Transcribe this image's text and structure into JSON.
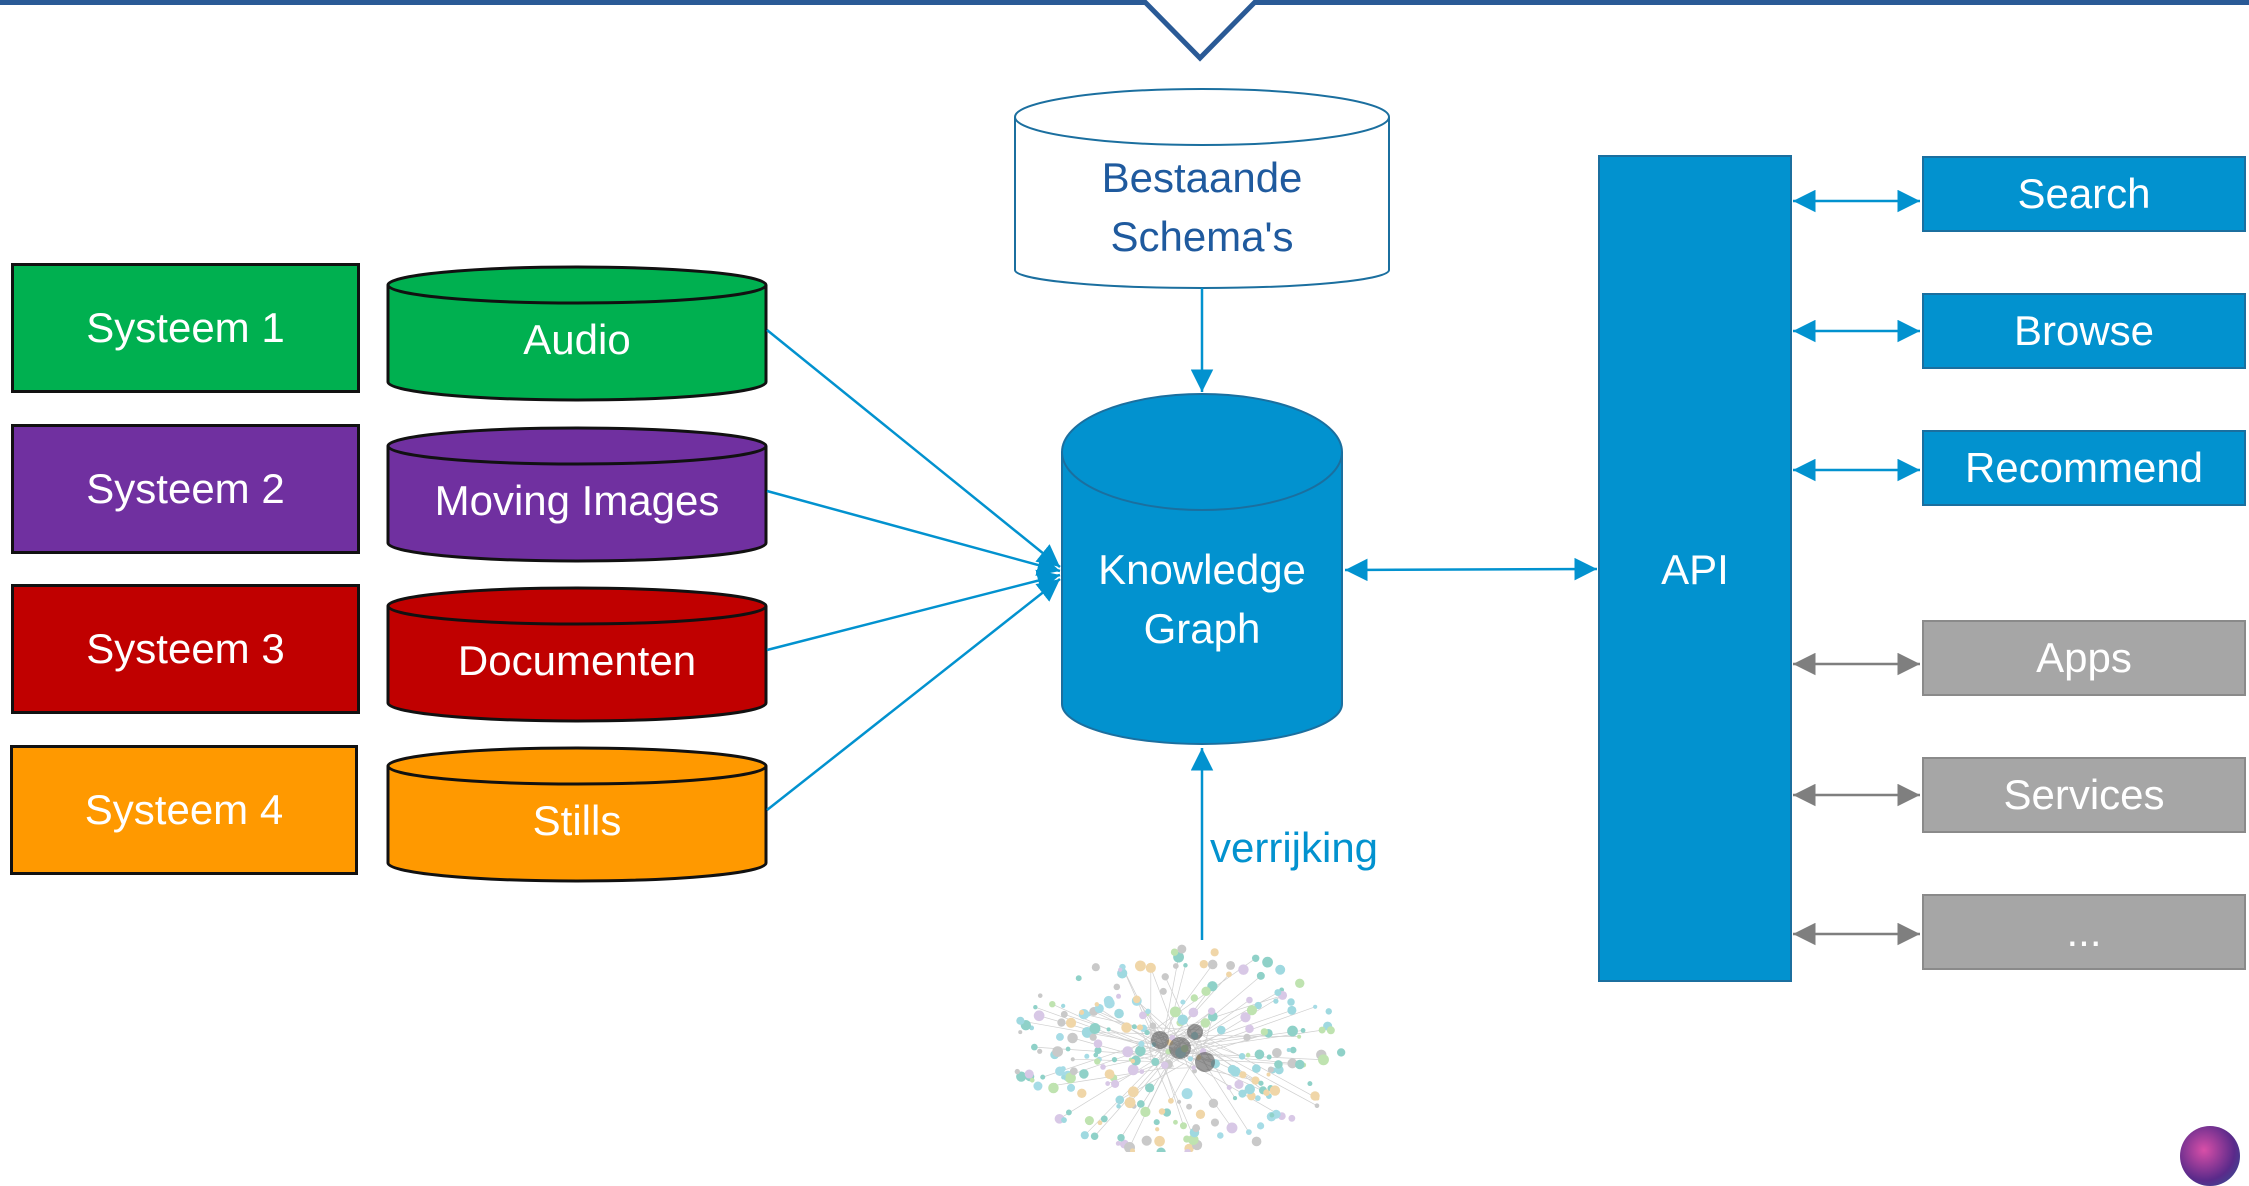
{
  "colors": {
    "green": "#00b050",
    "purple": "#7030a0",
    "red": "#c00000",
    "orange": "#ff9900",
    "blue": "#0292cf",
    "gray": "#a6a6a6",
    "dark_blue_text": "#1f5a9e",
    "top_bar": "#2a5a96"
  },
  "systems": [
    {
      "label": "Systeem 1",
      "color": "#00b050"
    },
    {
      "label": "Systeem 2",
      "color": "#7030a0"
    },
    {
      "label": "Systeem 3",
      "color": "#c00000"
    },
    {
      "label": "Systeem 4",
      "color": "#ff9900"
    }
  ],
  "sources": [
    {
      "label": "Audio",
      "color": "#00b050"
    },
    {
      "label": "Moving Images",
      "color": "#7030a0"
    },
    {
      "label": "Documenten",
      "color": "#c00000"
    },
    {
      "label": "Stills",
      "color": "#ff9900"
    }
  ],
  "schemas": {
    "line1": "Bestaande",
    "line2": "Schema's"
  },
  "knowledge_graph": {
    "line1": "Knowledge",
    "line2": "Graph"
  },
  "enrichment_label": "verrijking",
  "enrichment_image_icon": "linked-open-data-cloud-icon",
  "api_label": "API",
  "services_blue": [
    "Search",
    "Browse",
    "Recommend"
  ],
  "services_gray": [
    "Apps",
    "Services",
    "..."
  ]
}
